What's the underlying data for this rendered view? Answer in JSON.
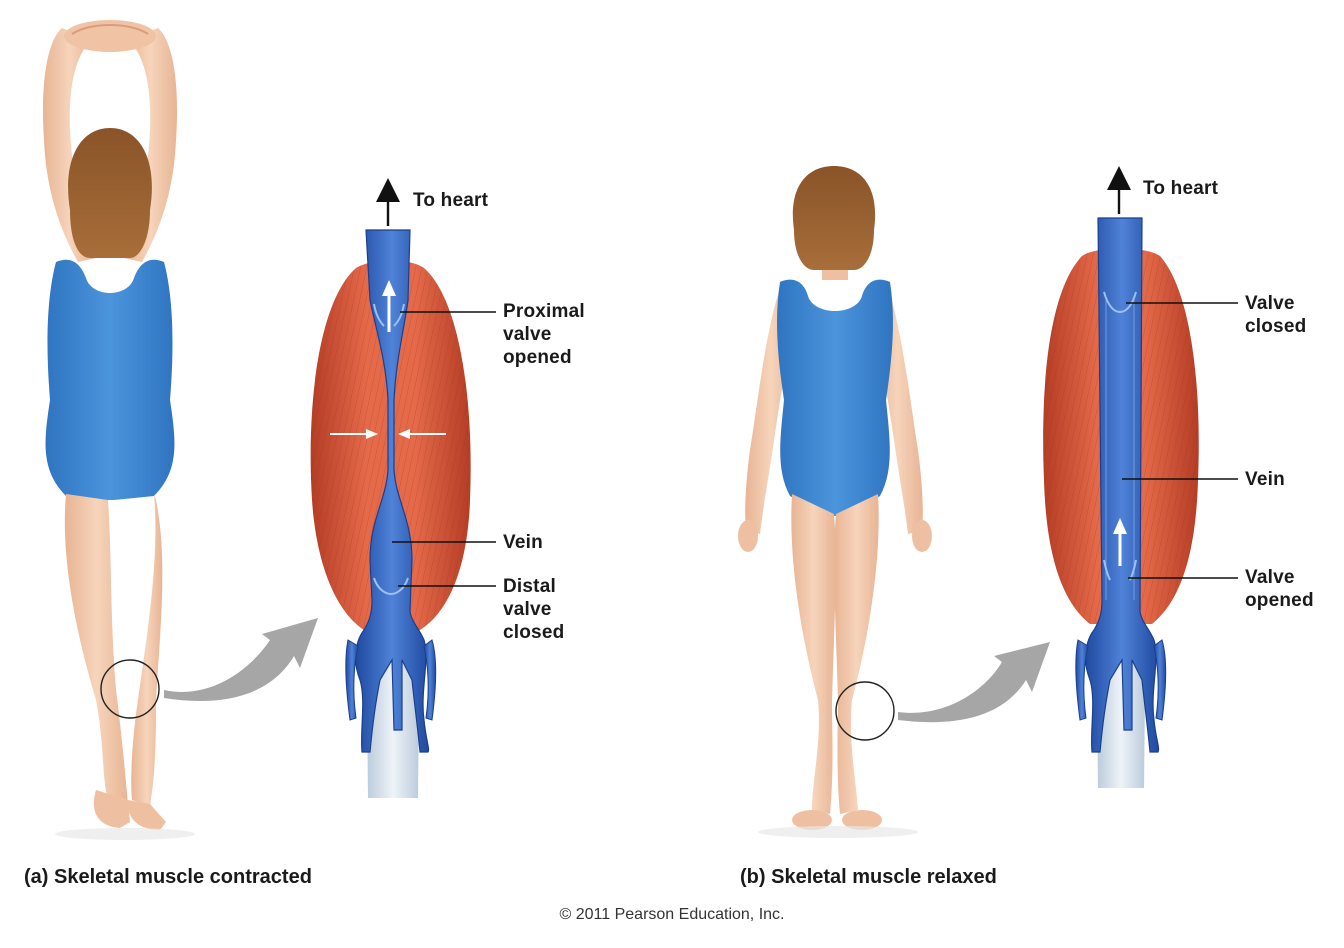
{
  "panel_a": {
    "to_heart": "To heart",
    "proximal": [
      "Proximal",
      "valve",
      "opened"
    ],
    "vein": "Vein",
    "distal": [
      "Distal",
      "valve",
      "closed"
    ],
    "caption_tag": "(a)",
    "caption_text": "Skeletal muscle contracted"
  },
  "panel_b": {
    "to_heart": "To heart",
    "valve_top": [
      "Valve",
      "closed"
    ],
    "vein": "Vein",
    "valve_bottom": [
      "Valve",
      "opened"
    ],
    "caption_tag": "(b)",
    "caption_text": "Skeletal muscle relaxed"
  },
  "copyright": "© 2011 Pearson Education, Inc.",
  "colors": {
    "muscle": "#d9583c",
    "muscle_dark": "#b33b24",
    "vein": "#2f5fb8",
    "vein_light": "#5f8fe0",
    "swimsuit": "#3d86d0",
    "skin": "#f2c9ad",
    "hair": "#9a6232",
    "tendon": "#c9d8e6",
    "pointer_arrow": "#a6a6a6"
  }
}
